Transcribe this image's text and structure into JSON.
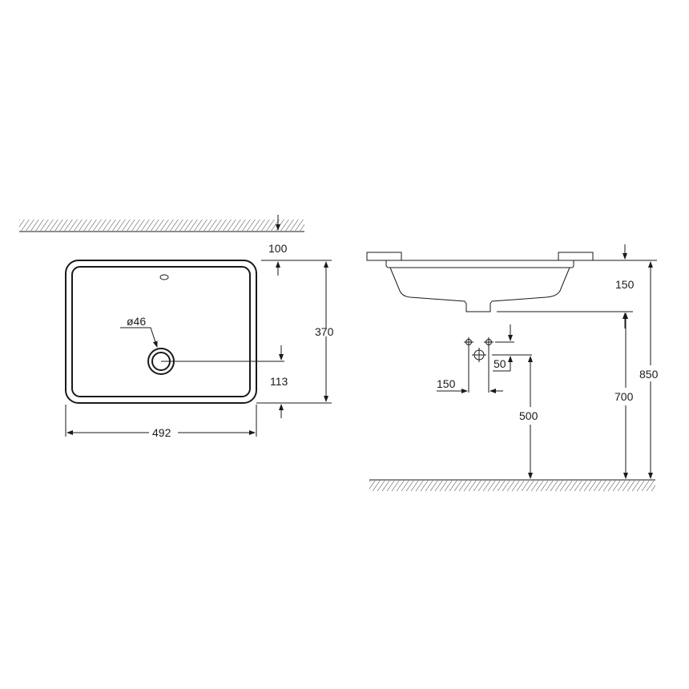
{
  "drawing": {
    "type": "technical dimension drawing of undermount washbasin",
    "line_color": "#1a1a1a",
    "background": "#ffffff"
  },
  "top_view": {
    "wall_offset": "100",
    "depth": "370",
    "drain_offset": "113",
    "width": "492",
    "drain_diameter": "ø46"
  },
  "side_view": {
    "basin_height": "150",
    "floor_to_basin_bottom": "700",
    "floor_to_counter": "850",
    "floor_to_drain": "500",
    "supply_spacing": "150",
    "drain_offset": "50"
  }
}
